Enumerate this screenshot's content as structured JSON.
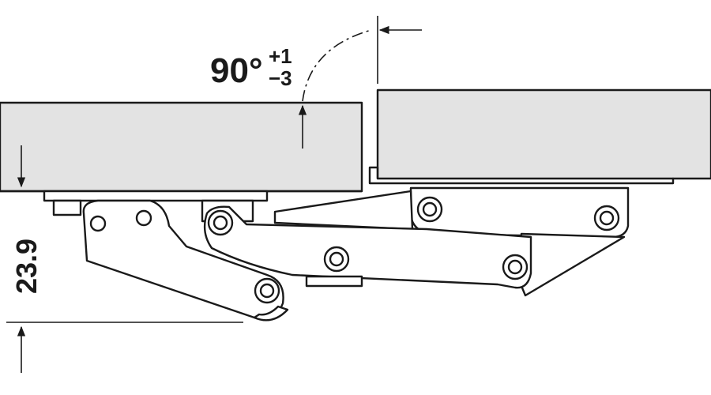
{
  "angle": {
    "value": "90°",
    "tol_plus": "+1",
    "tol_minus": "−3"
  },
  "dimension": {
    "value": "23.9"
  },
  "colors": {
    "panel_fill": "#e3e3e3",
    "line": "#1a1a1a",
    "part_fill": "#ffffff"
  }
}
